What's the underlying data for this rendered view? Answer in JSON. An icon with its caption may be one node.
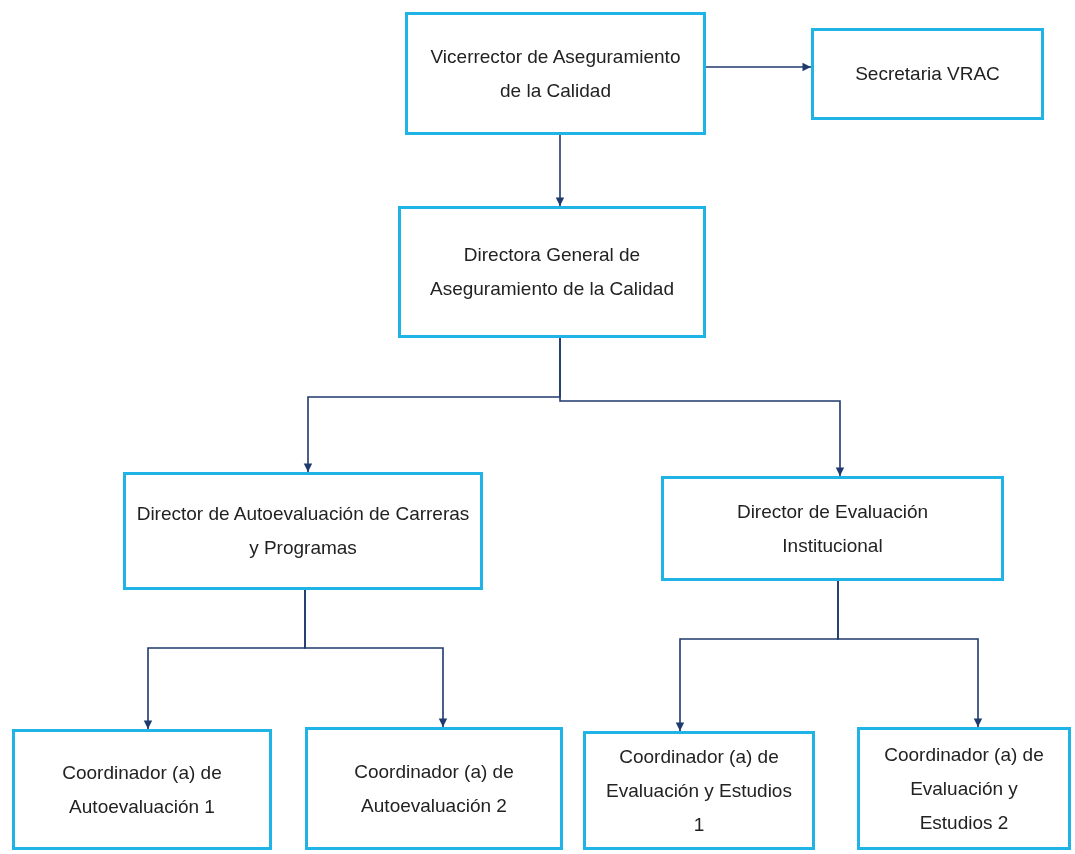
{
  "diagram": {
    "nodes": [
      {
        "text": [
          "Vicerrector de Aseguramiento de la Calidad"
        ]
      },
      {
        "text": [
          "Secretaria VRAC"
        ]
      },
      {
        "text": [
          "Directora General de Aseguramiento de la Calidad"
        ]
      },
      {
        "text": [
          "Director de Autoevaluación de Carreras y Programas"
        ]
      },
      {
        "text": [
          "Director de Evaluación Institucional"
        ]
      },
      {
        "text": [
          "Coordinador (a) de Autoevaluación 1"
        ]
      },
      {
        "text": [
          "Coordinador (a) de Autoevaluación 2"
        ]
      },
      {
        "text": [
          "Coordinador (a) de Evaluación y Estudios 1"
        ]
      },
      {
        "text": [
          "Coordinador (a) de Evaluación y Estudios 2"
        ]
      }
    ],
    "edges": [
      {
        "from": 0,
        "to": 1,
        "arrow": "to"
      },
      {
        "from": 0,
        "to": 2,
        "arrow": "to"
      },
      {
        "from": 2,
        "to": 3,
        "arrow": "to"
      },
      {
        "from": 2,
        "to": 4,
        "arrow": "to"
      },
      {
        "from": 3,
        "to": 5,
        "arrow": "to"
      },
      {
        "from": 3,
        "to": 6,
        "arrow": "to"
      },
      {
        "from": 4,
        "to": 7,
        "arrow": "to"
      },
      {
        "from": 4,
        "to": 8,
        "arrow": "to"
      }
    ]
  }
}
